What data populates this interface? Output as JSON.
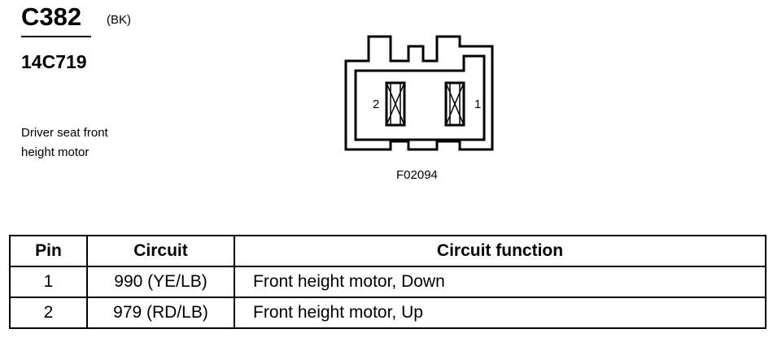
{
  "connector": {
    "id": "C382",
    "color": "(BK)",
    "part_number": "14C719",
    "description_line1": "Driver seat front",
    "description_line2": "height motor"
  },
  "figure": {
    "label": "F02094",
    "pins": [
      {
        "number": "2"
      },
      {
        "number": "1"
      }
    ]
  },
  "table": {
    "headers": [
      "Pin",
      "Circuit",
      "Circuit function"
    ],
    "rows": [
      {
        "pin": "1",
        "circuit": "990 (YE/LB)",
        "function": "Front height motor, Down"
      },
      {
        "pin": "2",
        "circuit": "979 (RD/LB)",
        "function": "Front height motor, Up"
      }
    ]
  }
}
